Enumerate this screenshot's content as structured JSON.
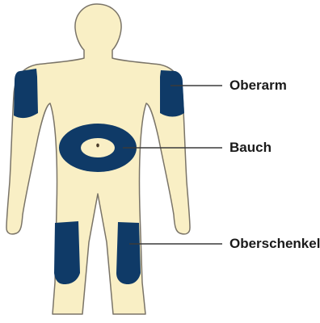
{
  "colors": {
    "skin": "#f9efc5",
    "outline": "#7a7468",
    "zone": "#0f3a67",
    "leader_line": "#3a3a3a",
    "navel": "#4a3c2a"
  },
  "labels": {
    "oberarm": "Oberarm",
    "bauch": "Bauch",
    "oberschenkel": "Oberschenkel"
  }
}
